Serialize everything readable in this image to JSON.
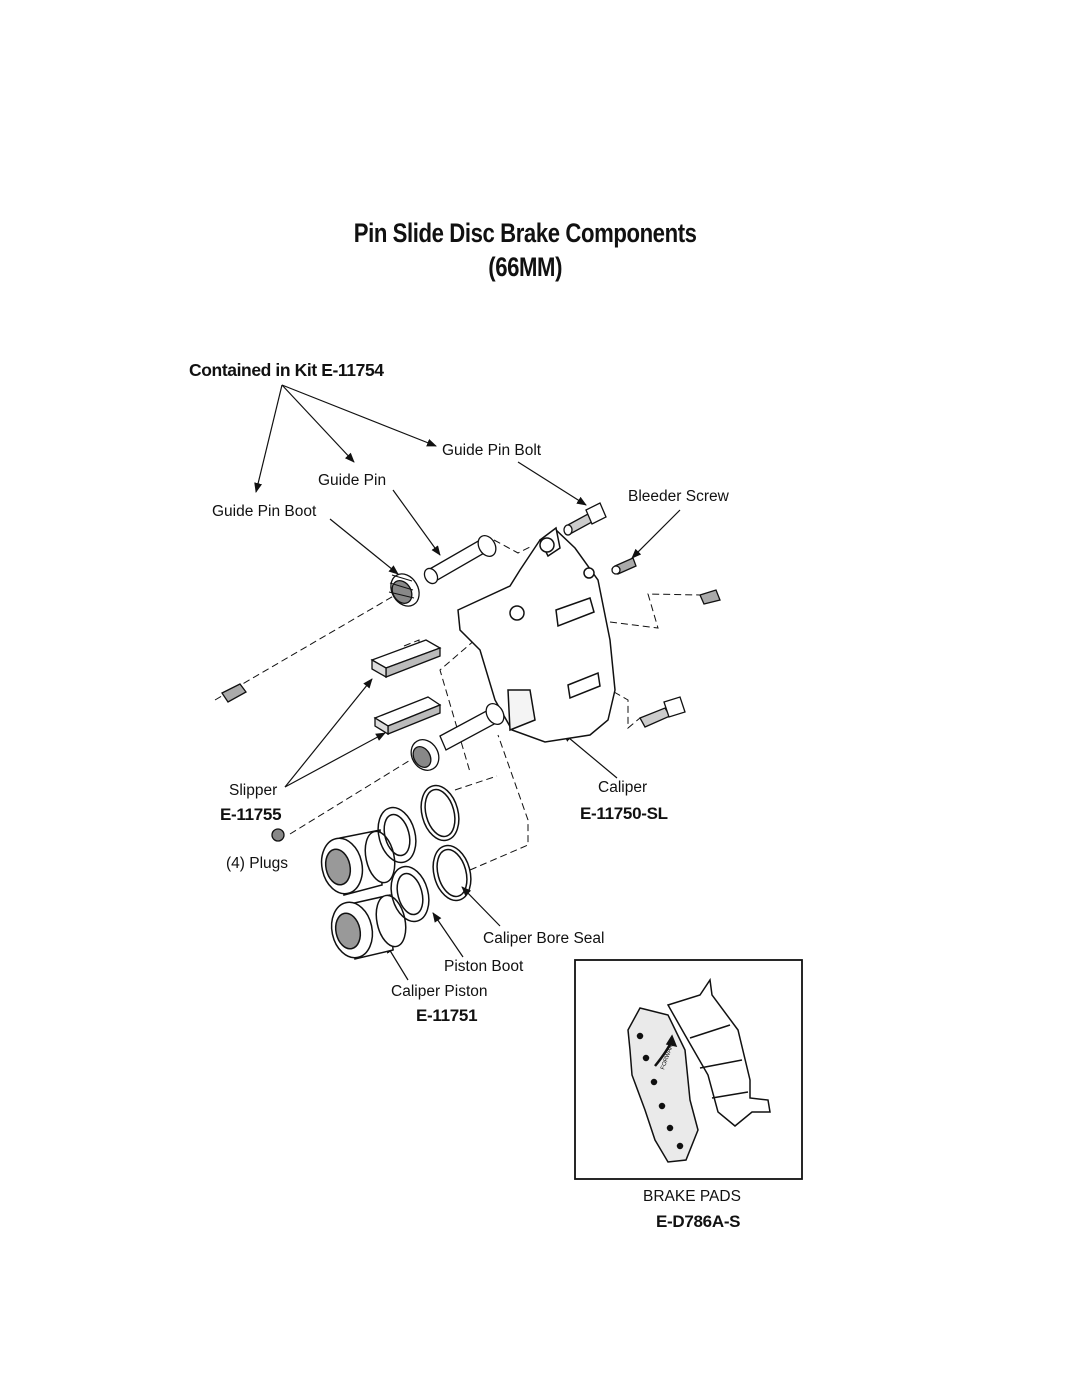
{
  "title": {
    "line1": "Pin Slide Disc Brake Components",
    "line2": "(66MM)"
  },
  "kit_label": "Contained in Kit E-11754",
  "labels": {
    "guide_pin_bolt": "Guide Pin Bolt",
    "guide_pin": "Guide Pin",
    "guide_pin_boot": "Guide Pin Boot",
    "bleeder_screw": "Bleeder Screw",
    "slipper": "Slipper",
    "slipper_part": "E-11755",
    "plugs": "(4) Plugs",
    "caliper": "Caliper",
    "caliper_part": "E-11750-SL",
    "caliper_bore_seal": "Caliper Bore Seal",
    "piston_boot": "Piston Boot",
    "caliper_piston": "Caliper Piston",
    "caliper_piston_part": "E-11751",
    "brake_pads": "BRAKE PADS",
    "brake_pads_part": "E-D786A-S",
    "pad_arrow_text": "FORWARD"
  },
  "colors": {
    "ink": "#111111",
    "background": "#ffffff"
  }
}
